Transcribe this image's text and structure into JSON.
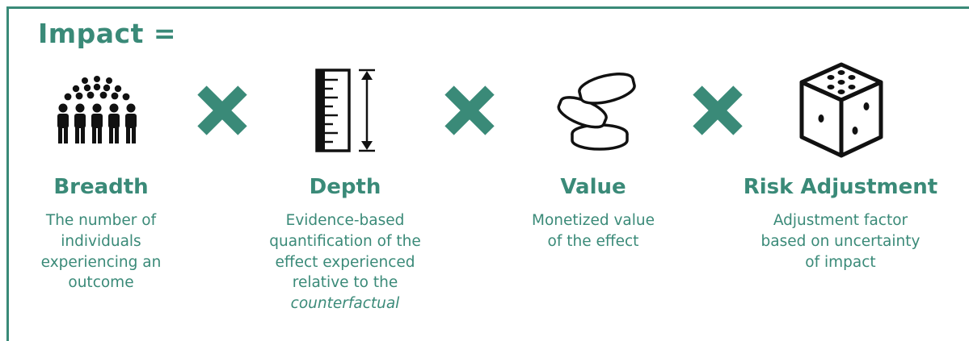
{
  "title": "Impact =",
  "colors": {
    "accent": "#3a8a78",
    "icon": "#111111"
  },
  "operators": [
    "multiply-icon",
    "multiply-icon",
    "multiply-icon"
  ],
  "factors": [
    {
      "icon": "crowd-of-people-icon",
      "title": "Breadth",
      "desc_lines": [
        "The number of",
        "individuals",
        "experiencing an",
        "outcome"
      ]
    },
    {
      "icon": "ruler-measure-icon",
      "title": "Depth",
      "desc_lines": [
        "Evidence-based",
        "quantification of the",
        "effect experienced",
        "relative to the"
      ],
      "desc_italic": "counterfactual"
    },
    {
      "icon": "coins-icon",
      "title": "Value",
      "desc_lines": [
        "Monetized value",
        "of the effect"
      ]
    },
    {
      "icon": "dice-icon",
      "title": "Risk Adjustment",
      "desc_lines": [
        "Adjustment factor",
        "based on uncertainty",
        "of impact"
      ]
    }
  ]
}
